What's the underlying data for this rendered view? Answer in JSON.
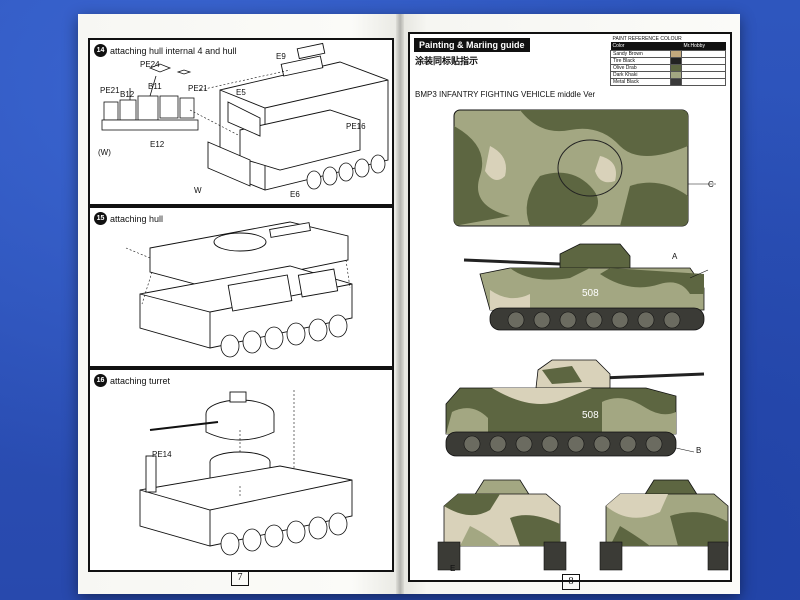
{
  "colors": {
    "background": "#2b4fb6",
    "camo_dark": "#5d6641",
    "camo_mid": "#a3a782",
    "camo_light": "#d9d2ba",
    "camo_shade": "#454a2c"
  },
  "left_page": {
    "page_number": "7",
    "steps": [
      {
        "number": "14",
        "title": "attaching hull internal 4 and hull",
        "callouts": [
          "E9",
          "PE24",
          "PE21",
          "B11",
          "B12",
          "PE21",
          "E5",
          "PE16",
          "E12",
          "(W)",
          "W",
          "E6"
        ]
      },
      {
        "number": "15",
        "title": "attaching hull",
        "callouts": []
      },
      {
        "number": "16",
        "title": "attaching turret",
        "callouts": [
          "PE14"
        ]
      }
    ]
  },
  "right_page": {
    "page_number": "8",
    "header": "Painting & Mariing guide",
    "subtitle": "涂装同标贴指示",
    "vehicle_title": "BMP3 INFANTRY FIGHTING VEHICLE middle Ver",
    "paint_table": {
      "caption": "PAINT REFERENCE COLOUR",
      "headers": [
        "Color",
        "Mr.Hobby"
      ],
      "rows": [
        {
          "color": "Sandy Brown",
          "code": ""
        },
        {
          "color": "Tire Black",
          "code": ""
        },
        {
          "color": "Olive Drab",
          "code": ""
        },
        {
          "color": "Dark Khaki",
          "code": ""
        },
        {
          "color": "Metal Black",
          "code": ""
        }
      ]
    },
    "views": [
      {
        "letter": "C",
        "label": ""
      },
      {
        "letter": "A",
        "label": "508"
      },
      {
        "letter": "B",
        "label": "508"
      },
      {
        "letter": "E",
        "label": ""
      }
    ]
  }
}
